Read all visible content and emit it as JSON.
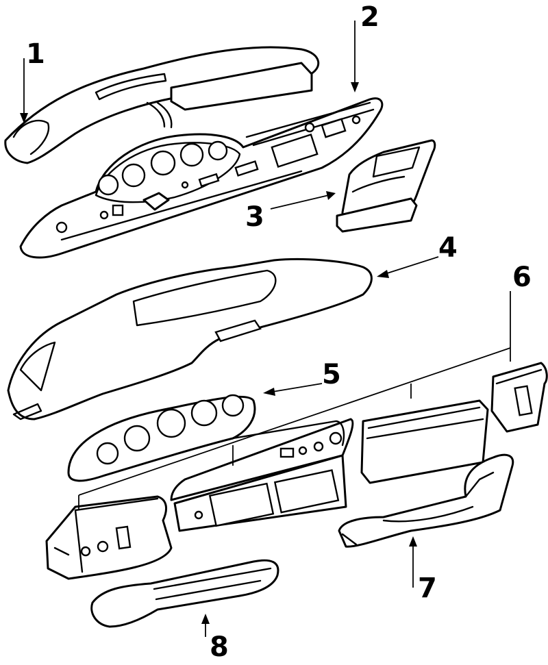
{
  "callouts": [
    "1",
    "2",
    "3",
    "4",
    "5",
    "6",
    "7",
    "8"
  ],
  "colors": {
    "ink": "#000000",
    "paper": "#ffffff"
  }
}
